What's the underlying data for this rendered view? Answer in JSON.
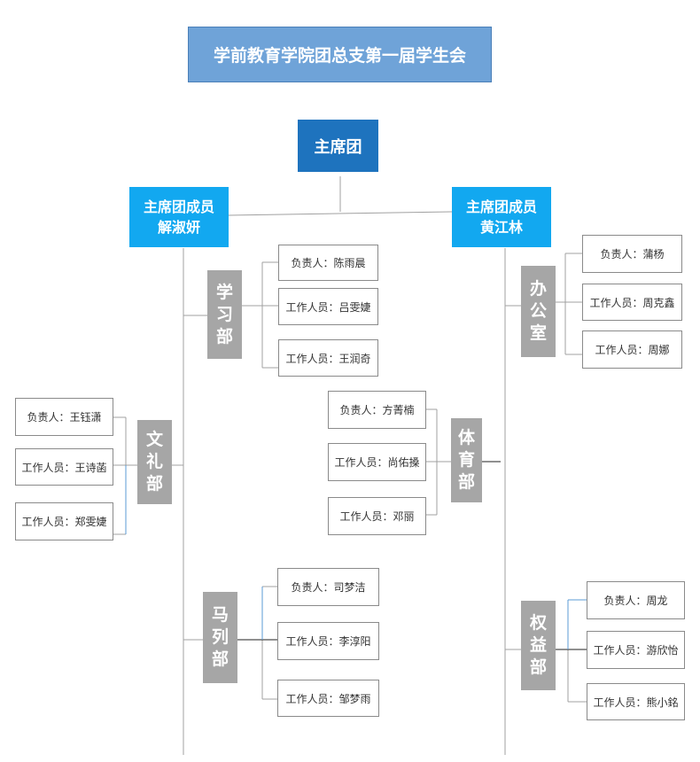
{
  "title": "学前教育学院团总支第一届学生会",
  "presidium": "主席团",
  "members": [
    {
      "label": "主席团成员",
      "name": "解淑妍"
    },
    {
      "label": "主席团成员",
      "name": "黄江林"
    }
  ],
  "departments": {
    "study": {
      "chars": [
        "学",
        "习",
        "部"
      ],
      "people": [
        "负责人：陈雨晨",
        "工作人员：吕雯婕",
        "工作人员：王润奇"
      ]
    },
    "etiquette": {
      "chars": [
        "文",
        "礼",
        "部"
      ],
      "people": [
        "负责人：王钰潇",
        "工作人员：王诗菡",
        "工作人员：郑雯婕"
      ]
    },
    "marxism": {
      "chars": [
        "马",
        "列",
        "部"
      ],
      "people": [
        "负责人：司梦洁",
        "工作人员：李淳阳",
        "工作人员：邹梦雨"
      ]
    },
    "office": {
      "chars": [
        "办",
        "公",
        "室"
      ],
      "people": [
        "负责人：蒲杨",
        "工作人员：周克鑫",
        "工作人员：周娜"
      ]
    },
    "sports": {
      "chars": [
        "体",
        "育",
        "部"
      ],
      "people": [
        "负责人：方菁楠",
        "工作人员：尚佑搡",
        "工作人员：邓丽"
      ]
    },
    "rights": {
      "chars": [
        "权",
        "益",
        "部"
      ],
      "people": [
        "负责人：周龙",
        "工作人员：游欣怡",
        "工作人员：熊小銘"
      ]
    }
  }
}
